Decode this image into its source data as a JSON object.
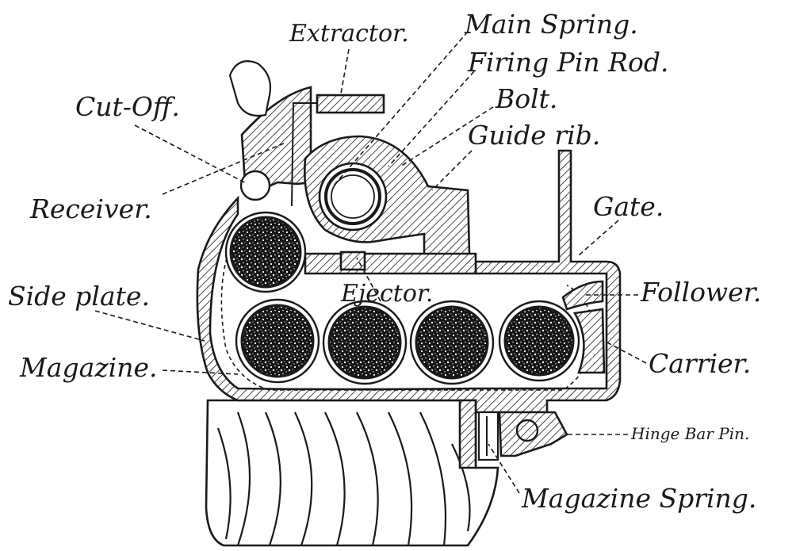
{
  "labels": {
    "extractor": "Extractor.",
    "main_spring": "Main Spring.",
    "firing_pin_rod": "Firing Pin Rod.",
    "cut_off": "Cut-Off.",
    "bolt": "Bolt.",
    "guide_rib": "Guide rib.",
    "receiver": "Receiver.",
    "gate": "Gate.",
    "side_plate": "Side plate.",
    "ejector": "Ejector.",
    "follower": "Follower.",
    "magazine": "Magazine.",
    "carrier": "Carrier.",
    "hinge_bar_pin": "Hinge Bar Pin.",
    "magazine_spring": "Magazine Spring."
  },
  "colors": {
    "ink": "#1a1a1a",
    "paper": "#ffffff"
  }
}
